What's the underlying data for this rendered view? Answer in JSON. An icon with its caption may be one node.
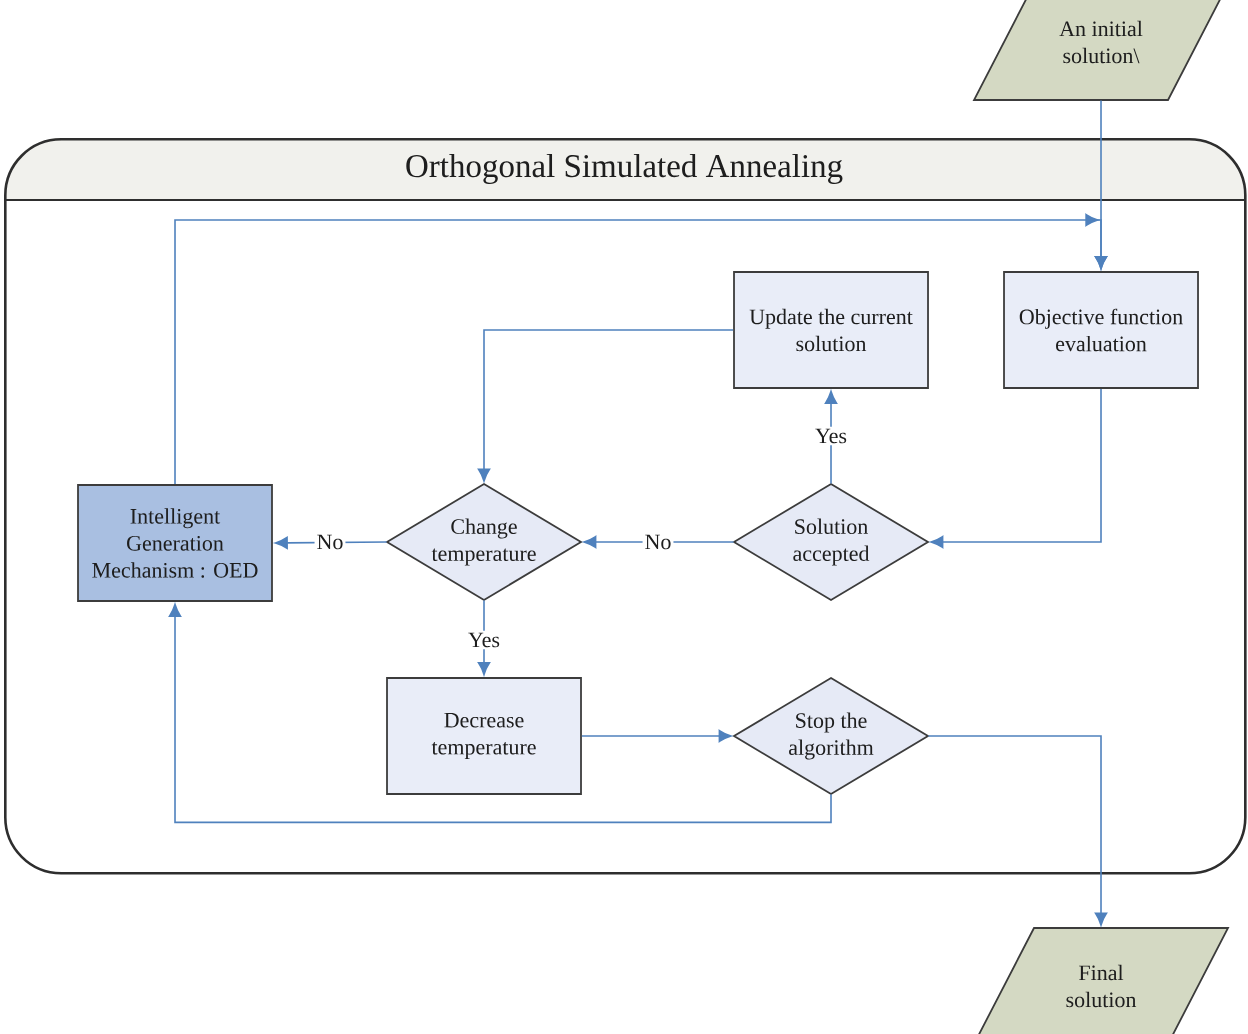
{
  "diagram": {
    "nodes": [
      {
        "text": [
          "An initial solution\\"
        ]
      },
      {
        "text": [
          "Orthogonal Simulated Annealing"
        ]
      },
      {
        "text": [
          "Update the current solution"
        ],
        "in": 1
      },
      {
        "text": [
          "Objective function evaluation"
        ],
        "in": 1
      },
      {
        "text": [
          "Intelligent Generation Mechanism : OED"
        ],
        "in": 1
      },
      {
        "text": [
          "Change temperature"
        ],
        "in": 1
      },
      {
        "text": [
          "Solution accepted"
        ],
        "in": 1
      },
      {
        "text": [
          "Decrease temperature"
        ],
        "in": 1
      },
      {
        "text": [
          "Stop the algorithm"
        ],
        "in": 1
      },
      {
        "text": [
          "Final solution"
        ]
      }
    ],
    "edges": [
      {
        "from": 0,
        "to": 3,
        "arrow": "to"
      },
      {
        "from": 4,
        "to": 3,
        "arrow": "to"
      },
      {
        "from": 3,
        "to": 6,
        "arrow": "to"
      },
      {
        "from": 6,
        "to": 2,
        "arrow": "to",
        "label": "Yes"
      },
      {
        "from": 6,
        "to": 5,
        "arrow": "to",
        "label": "No"
      },
      {
        "from": 2,
        "to": 5,
        "arrow": "to"
      },
      {
        "from": 5,
        "to": 4,
        "arrow": "to",
        "label": "No"
      },
      {
        "from": 5,
        "to": 7,
        "arrow": "to",
        "label": "Yes"
      },
      {
        "from": 7,
        "to": 8,
        "arrow": "to"
      },
      {
        "from": 8,
        "to": 4,
        "arrow": "to"
      },
      {
        "from": 8,
        "to": 9,
        "arrow": "to"
      }
    ]
  }
}
